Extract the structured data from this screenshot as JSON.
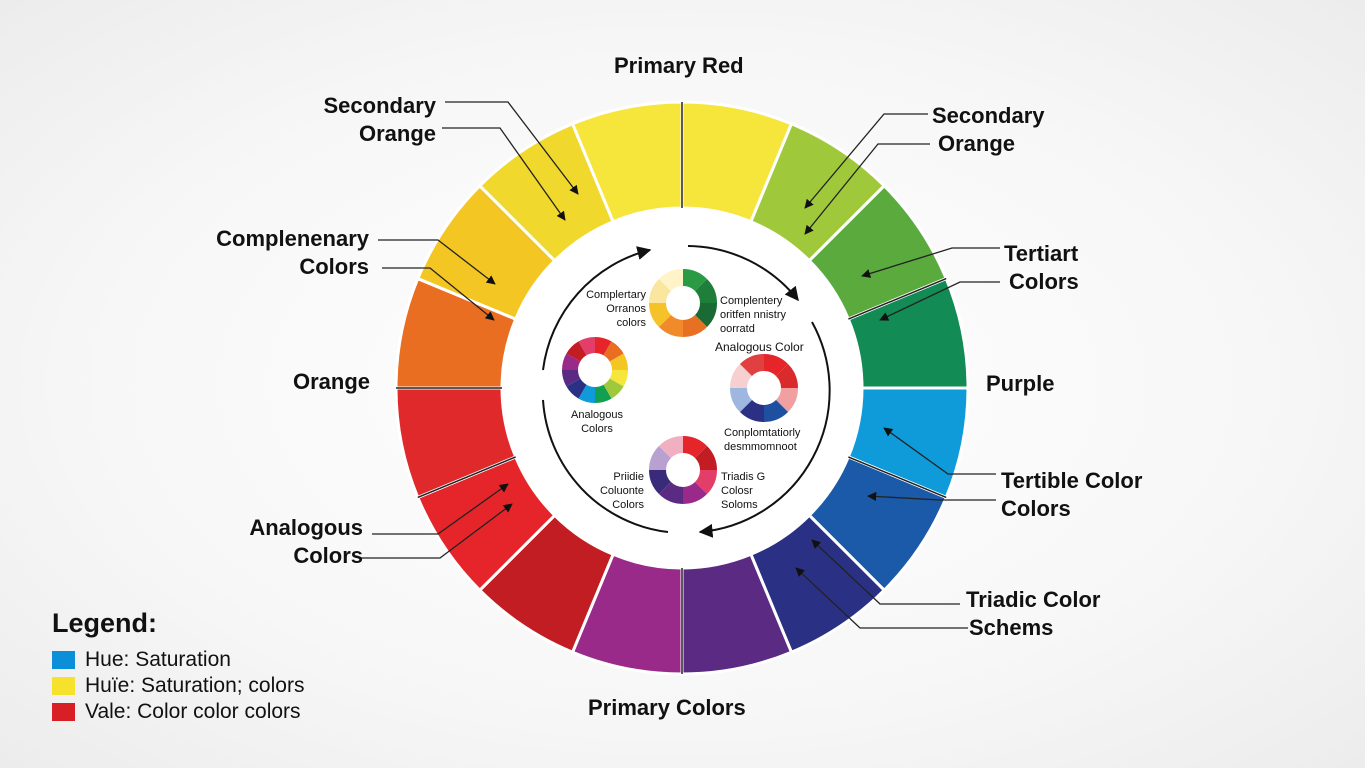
{
  "labels": {
    "top": "Primary Red",
    "bottom": "Primary Colors",
    "upper_left": [
      "Secondary",
      "Orange"
    ],
    "upper_right": [
      "Secondary",
      "Orange"
    ],
    "mid_left": [
      "Complenenary",
      "Colors"
    ],
    "mid_right": [
      "Tertiart",
      "Colors"
    ],
    "left": "Orange",
    "right": "Purple",
    "lower_left": [
      "Analogous",
      "Colors"
    ],
    "lower_right_a": [
      "Tertible Color",
      "Colors"
    ],
    "lower_right_b": [
      "Triadic Color",
      "Schems"
    ]
  },
  "center": {
    "top_left": [
      "Complertary",
      "Orranos",
      "colors"
    ],
    "top_right": [
      "Complentery",
      "oritfen nnistry",
      "oorratd"
    ],
    "right_title": "Analogous Color",
    "left": [
      "Analogous",
      "Colors"
    ],
    "lower_right": [
      "Conplomtatiorly",
      "desmmomnoot"
    ],
    "bottom_left": [
      "Priidie",
      "Coluonte",
      "Colors"
    ],
    "bottom_right": [
      "Triadis G",
      "Colosr",
      "Soloms"
    ]
  },
  "legend": {
    "title": "Legend:",
    "items": [
      {
        "label": "Hue: Saturation",
        "color": "#0b8fd8"
      },
      {
        "label": "Huïe: Saturation; colors",
        "color": "#f6e22d"
      },
      {
        "label": "Vale: Color color colors",
        "color": "#d91f26"
      }
    ]
  },
  "wheel_colors": [
    "#f6e53a",
    "#9fc93b",
    "#5aaa3e",
    "#128b55",
    "#0f9ad9",
    "#1a5aa8",
    "#2a3185",
    "#5b2b84",
    "#9a2a8a",
    "#c11d22",
    "#e5252a",
    "#e0292b",
    "#e96e22",
    "#f4c623",
    "#f1d82c",
    "#f6e53a"
  ]
}
